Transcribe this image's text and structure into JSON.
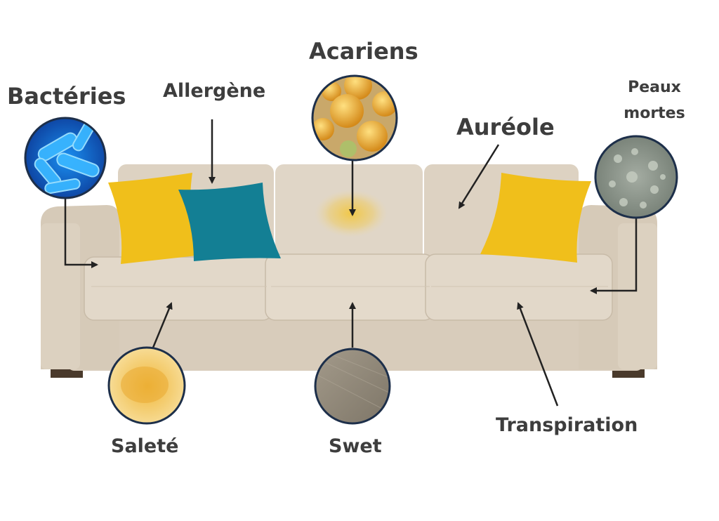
{
  "labels": {
    "bacteries": "Bactéries",
    "allergene": "Allergène",
    "acariens": "Acariens",
    "aureole": "Auréole",
    "peaux_mortes_line1": "Peaux",
    "peaux_mortes_line2": "mortes",
    "salete": "Saleté",
    "swet": "Swet",
    "transpiration": "Transpiration"
  },
  "colors": {
    "sofa": "#ddd2c2",
    "pillow_yellow": "#f0bf1b",
    "pillow_teal": "#137f94",
    "label_text": "#3d3d3d",
    "arrow": "#222222",
    "circle_border": "#1d2f4a"
  },
  "icons": {
    "bacteria": "bacteria-magnified-icon",
    "mites": "dust-mites-magnified-icon",
    "dead_skin": "dead-skin-magnified-icon",
    "stain": "stain-magnified-icon",
    "fabric": "fabric-magnified-icon"
  }
}
